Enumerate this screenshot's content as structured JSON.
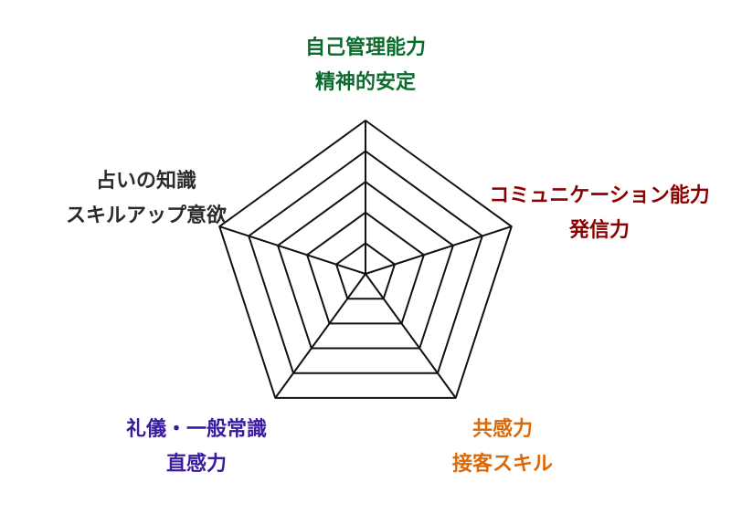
{
  "chart_data": {
    "type": "radar",
    "levels": 5,
    "grid": true,
    "axes": [
      {
        "lines": [
          "自己管理能力",
          "精神的安定"
        ],
        "color": "#0d6b2e"
      },
      {
        "lines": [
          "コミュニケーション能力",
          "発信力"
        ],
        "color": "#8b0000"
      },
      {
        "lines": [
          "共感力",
          "接客スキル"
        ],
        "color": "#d9690a"
      },
      {
        "lines": [
          "礼儀・一般常識",
          "直感力"
        ],
        "color": "#3a1a9e"
      },
      {
        "lines": [
          "占いの知識",
          "スキルアップ意欲"
        ],
        "color": "#2b2b2b"
      }
    ],
    "series": []
  }
}
